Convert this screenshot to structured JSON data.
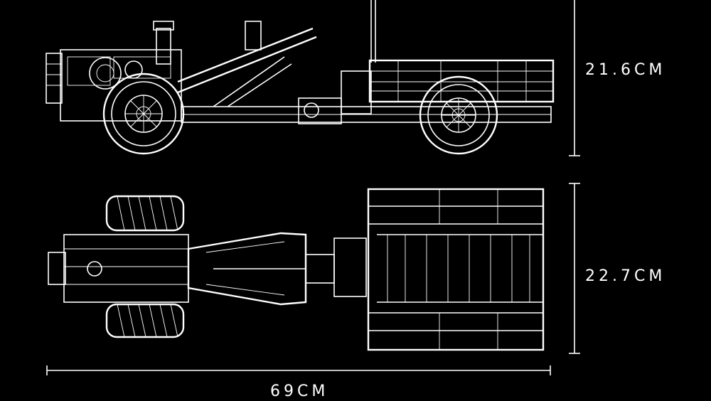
{
  "dimensions": {
    "height": "21.6CM",
    "width": "22.7CM",
    "length": "69CM"
  },
  "colors": {
    "background": "#000000",
    "line": "#ffffff"
  }
}
